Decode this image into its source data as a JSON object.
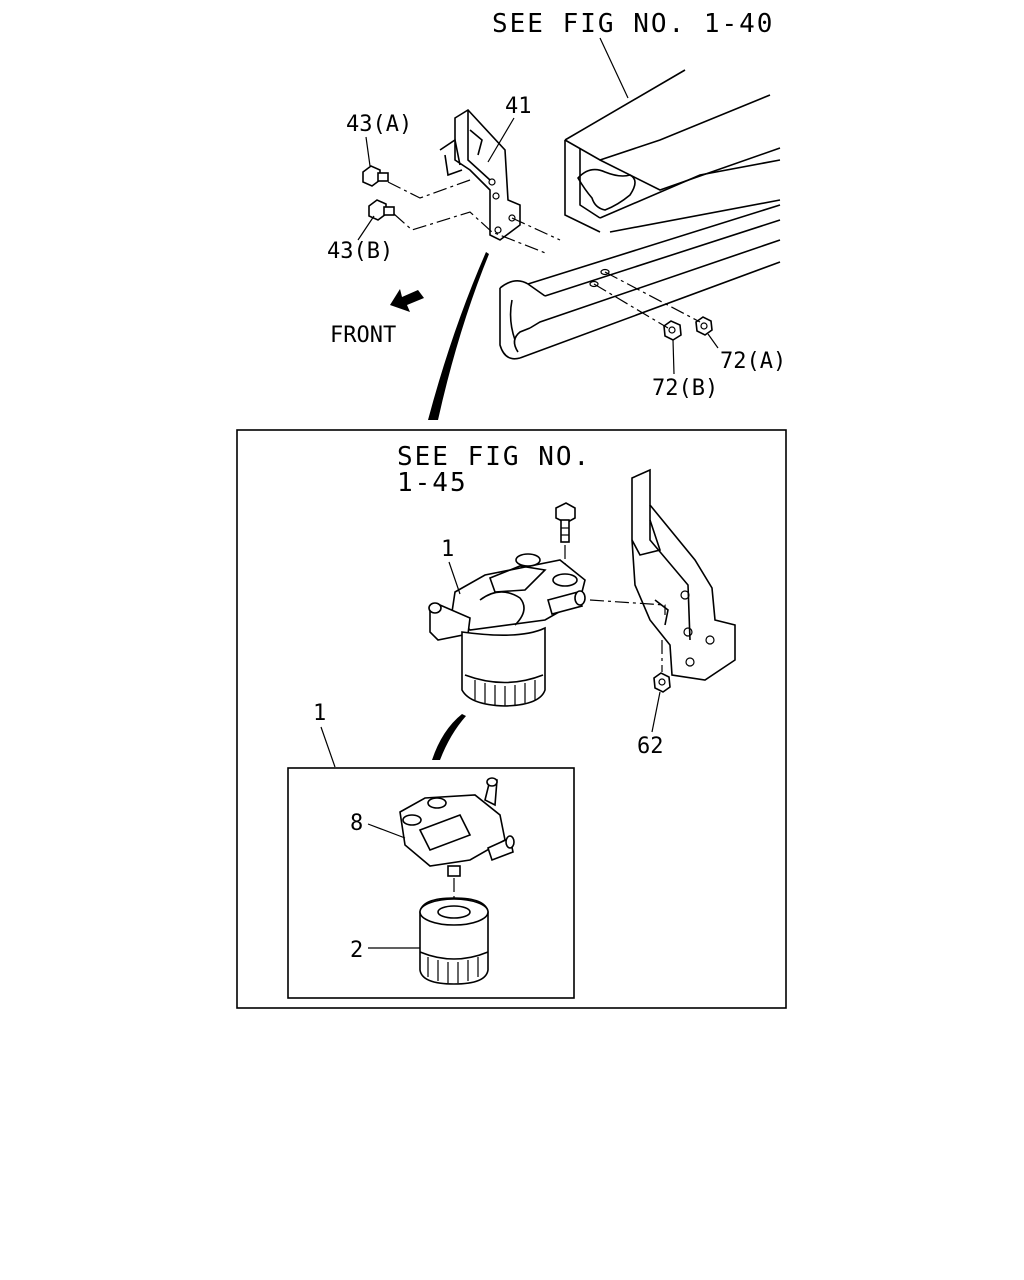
{
  "references": {
    "top": "SEE FIG NO. 1-40",
    "inset_line1": "SEE FIG NO.",
    "inset_line2": "1-45"
  },
  "direction": {
    "label": "FRONT"
  },
  "callouts": {
    "c41": "41",
    "c43a": "43(A)",
    "c43b": "43(B)",
    "c72a": "72(A)",
    "c72b": "72(B)",
    "c1_filter": "1",
    "c1_detail": "1",
    "c62": "62",
    "c8": "8",
    "c2": "2"
  }
}
